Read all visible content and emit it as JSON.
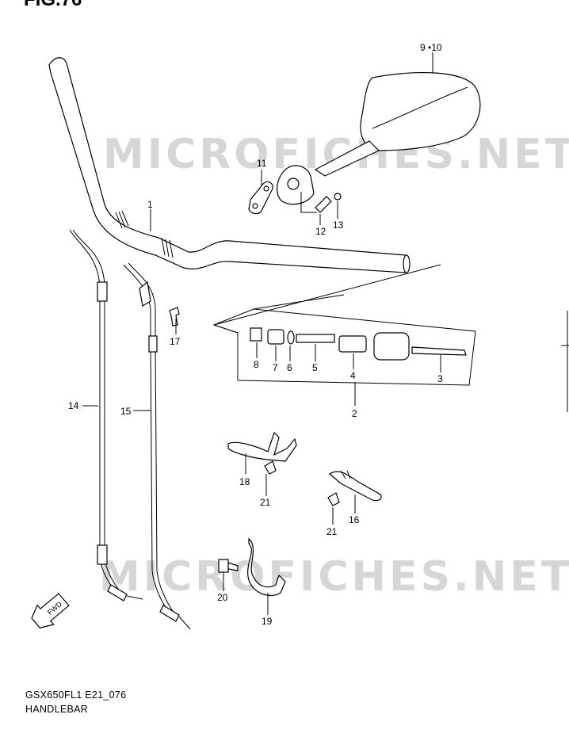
{
  "figure_number": "FIG.76",
  "watermark": "MICROFICHES.NET",
  "caption": {
    "code": "GSX650FL1 E21_076",
    "title": "HANDLEBAR"
  },
  "fwd_label": "FWD",
  "callouts": {
    "p1": "1",
    "p2": "2",
    "p3": "3",
    "p4": "4",
    "p5": "5",
    "p6": "6",
    "p7": "7",
    "p8": "8",
    "p9_10": "9 •10",
    "p11": "11",
    "p12": "12",
    "p13": "13",
    "p14": "14",
    "p15": "15",
    "p16": "16",
    "p17": "17",
    "p18": "18",
    "p19": "19",
    "p20": "20",
    "p21a": "21",
    "p21b": "21"
  }
}
